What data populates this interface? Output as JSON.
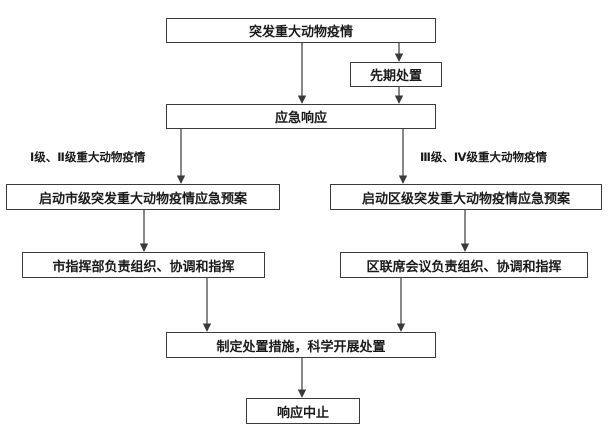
{
  "nodes": {
    "outbreak": "突发重大动物疫情",
    "initial_response": "先期处置",
    "emergency_response": "应急响应",
    "city_plan": "启动市级突发重大动物疫情应急预案",
    "district_plan": "启动区级突发重大动物疫情应急预案",
    "city_command": "市指挥部负责组织、协调和指挥",
    "district_meeting": "区联席会议负责组织、协调和指挥",
    "measures": "制定处置措施，科学开展处置",
    "response_end": "响应中止"
  },
  "edge_labels": {
    "level_1_2": "Ⅰ级、Ⅱ级重大动物疫情",
    "level_3_4": "Ⅲ级、Ⅳ级重大动物疫情"
  }
}
